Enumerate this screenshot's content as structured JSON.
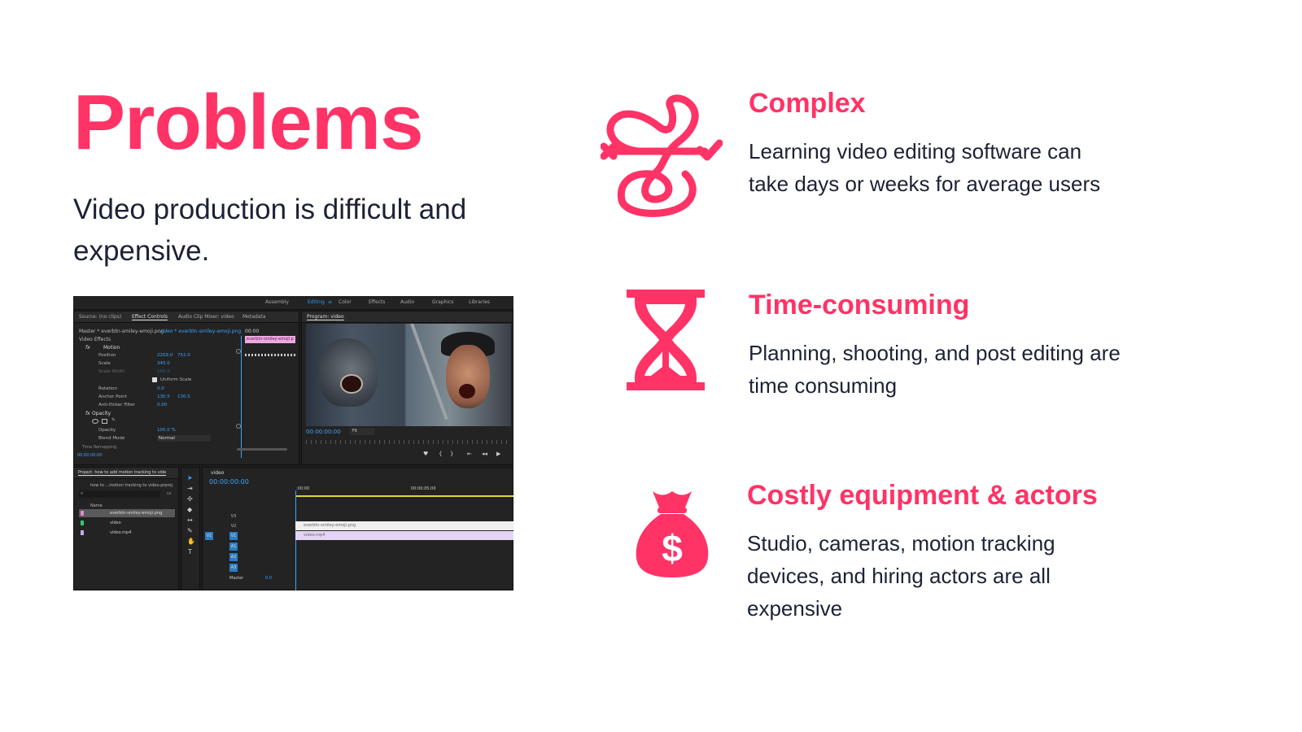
{
  "colors": {
    "accent": "#ff3366",
    "text": "#1d2235",
    "editor_bg": "#1e1e1e",
    "editor_highlight": "#2d9cf0"
  },
  "left": {
    "title": "Problems",
    "subtitle": "Video production is difficult and expensive."
  },
  "editor": {
    "workspace_tabs": [
      "Assembly",
      "Editing",
      "Color",
      "Effects",
      "Audio",
      "Graphics",
      "Libraries"
    ],
    "active_workspace": "Editing",
    "effect_panel_tabs": [
      "Source: (no clips)",
      "Effect Controls",
      "Audio Clip Mixer: video",
      "Metadata"
    ],
    "master_clip": "Master * everbtn-smiley-emoji.png",
    "sequence_clip": "video * everbtn-smiley-emoji.png",
    "effect_timecode": "00:00",
    "effect_clip_label": "everbtn-smiley-emoji.p",
    "section_video_effects": "Video Effects",
    "motion_label": "Motion",
    "properties": [
      {
        "name": "Position",
        "v1": "2259.0",
        "v2": "752.0"
      },
      {
        "name": "Scale",
        "v1": "345.0",
        "v2": ""
      },
      {
        "name": "Scale Width",
        "v1": "100.0",
        "v2": ""
      },
      {
        "name": "Uniform Scale",
        "v1": "",
        "v2": ""
      },
      {
        "name": "Rotation",
        "v1": "0.0",
        "v2": ""
      },
      {
        "name": "Anchor Point",
        "v1": "130.5",
        "v2": "130.5"
      },
      {
        "name": "Anti-flicker Filter",
        "v1": "0.00",
        "v2": ""
      }
    ],
    "opacity_label": "Opacity",
    "opacity_value": "100.0 %",
    "blend_mode_label": "Blend Mode",
    "blend_mode_value": "Normal",
    "time_remapping": "Time Remapping",
    "effect_bottom_timecode": "00:00:00:00",
    "program_label": "Program: video",
    "program_timecode": "00:00:00:00",
    "fit_label": "Fit",
    "project_label": "Project: how to add motion tracking to vide",
    "project_file": "how to ...motion tracking to video.prproj",
    "name_header": "Name",
    "project_items": [
      "everbtn-smiley-emoji.png",
      "video",
      "video.mp4"
    ],
    "project_item_colors": [
      "#e08ad0",
      "#2ecc71",
      "#c9a7e8"
    ],
    "sequence_label": "video",
    "sequence_timecode": "00:00:00:00",
    "ruler_start": ":00:00",
    "ruler_mark": "00:00:05:00",
    "tracks": [
      "V3",
      "V2",
      "V1",
      "A1",
      "A2",
      "A3"
    ],
    "master_label": "Master",
    "master_value": "0.0",
    "clip_v2": "everbtn-smiley-emoji.png",
    "clip_v1": "video.mp4"
  },
  "items": [
    {
      "icon": "tangled-path-icon",
      "title": "Complex",
      "desc_line1": "Learning video editing software can",
      "desc_line2": "take days or weeks for average users"
    },
    {
      "icon": "hourglass-icon",
      "title": "Time-consuming",
      "desc_line1": "Planning, shooting, and post editing are",
      "desc_line2": "time consuming"
    },
    {
      "icon": "money-bag-icon",
      "title": "Costly equipment & actors",
      "desc_line1": "Studio, cameras, motion tracking",
      "desc_line2": "devices, and hiring actors are all",
      "desc_line3": "expensive"
    }
  ]
}
